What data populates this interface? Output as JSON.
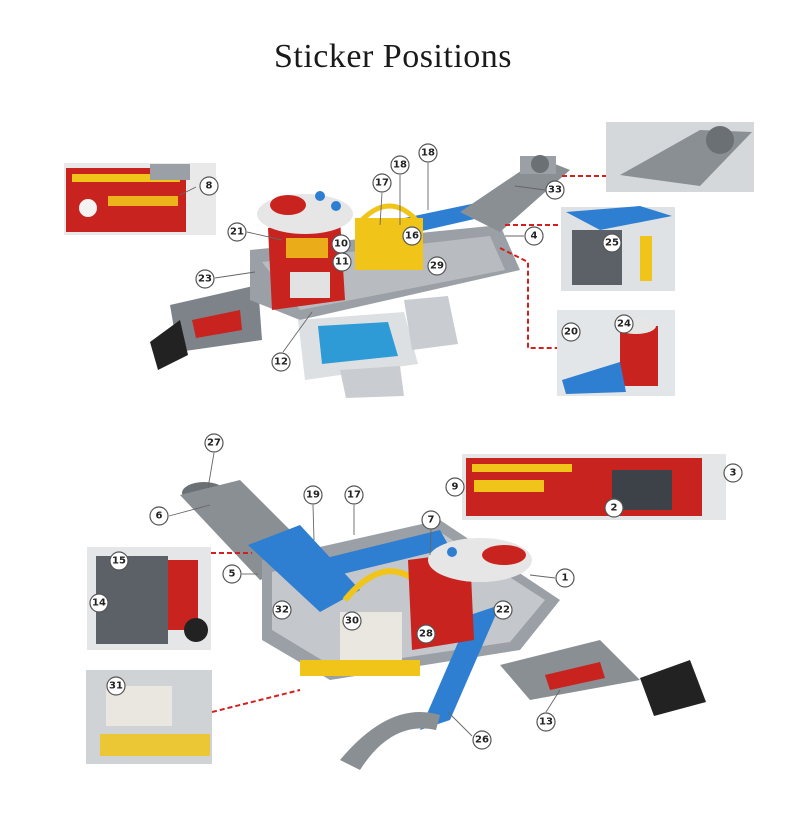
{
  "page": {
    "title": "Sticker Positions"
  },
  "callouts_top": [
    "8",
    "21",
    "10",
    "17",
    "18",
    "18",
    "16",
    "11",
    "29",
    "23",
    "12",
    "33",
    "4",
    "25",
    "20",
    "24"
  ],
  "callouts_bottom": [
    "27",
    "19",
    "17",
    "6",
    "5",
    "15",
    "14",
    "32",
    "30",
    "28",
    "31",
    "7",
    "1",
    "22",
    "9",
    "2",
    "3",
    "13",
    "26"
  ],
  "colors": {
    "fire_red": "#c8231e",
    "track_gray": "#8a8f94",
    "ramp_blue": "#2e7fd1",
    "bridge_yellow": "#f0c419",
    "dashed_red": "#d2201f"
  }
}
